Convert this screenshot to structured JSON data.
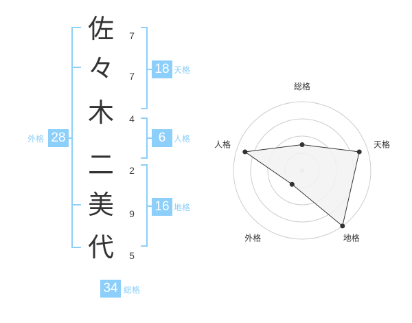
{
  "name": {
    "characters": [
      {
        "char": "佐",
        "strokes": "7"
      },
      {
        "char": "々",
        "strokes": "7"
      },
      {
        "char": "木",
        "strokes": "4"
      },
      {
        "char": "二",
        "strokes": "2"
      },
      {
        "char": "美",
        "strokes": "9"
      },
      {
        "char": "代",
        "strokes": "5"
      }
    ]
  },
  "fortunes": {
    "tenkaku": {
      "value": "18",
      "label": "天格"
    },
    "jinkaku": {
      "value": "6",
      "label": "人格"
    },
    "chikaku": {
      "value": "16",
      "label": "地格"
    },
    "gaikaku": {
      "value": "28",
      "label": "外格"
    },
    "soukaku": {
      "value": "34",
      "label": "総格"
    }
  },
  "chart_data": {
    "type": "radar",
    "axes": [
      "総格",
      "天格",
      "地格",
      "外格",
      "人格"
    ],
    "values": [
      0.375,
      0.875,
      1.0,
      0.25,
      0.875
    ],
    "scale": [
      0,
      1
    ],
    "rings": 4
  },
  "colors": {
    "accent": "#8ccffb",
    "ring": "#cccccc",
    "polygon_fill": "#f2f2f2",
    "polygon_stroke": "#333333"
  }
}
